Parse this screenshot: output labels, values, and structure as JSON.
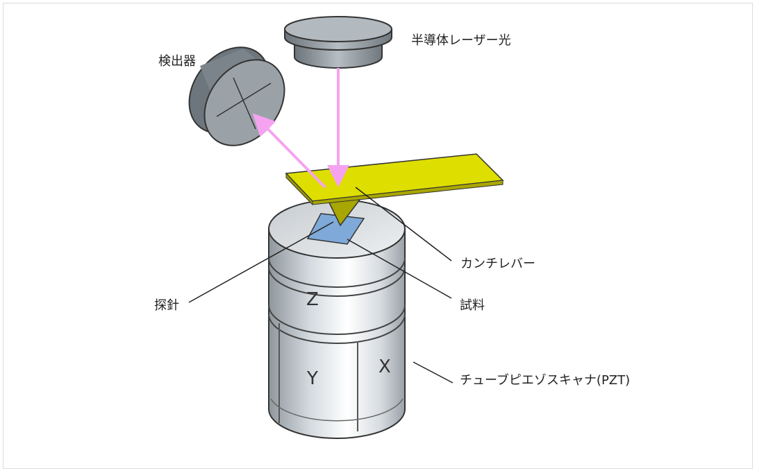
{
  "labels": {
    "laser": "半導体レーザー光",
    "detector": "検出器",
    "cantilever": "カンチレバー",
    "probe": "探針",
    "sample": "試料",
    "scanner": "チューブピエゾスキャナ(PZT)"
  },
  "axes": {
    "z": "Z",
    "y": "Y",
    "x": "X"
  },
  "colors": {
    "cantilever": "#dede00",
    "sample": "#7ea9d8",
    "laser_beam": "#f5a3f0",
    "metal": "#9aa2a8",
    "scanner_light": "#eef1f3",
    "scanner_dark": "#8e969c"
  }
}
